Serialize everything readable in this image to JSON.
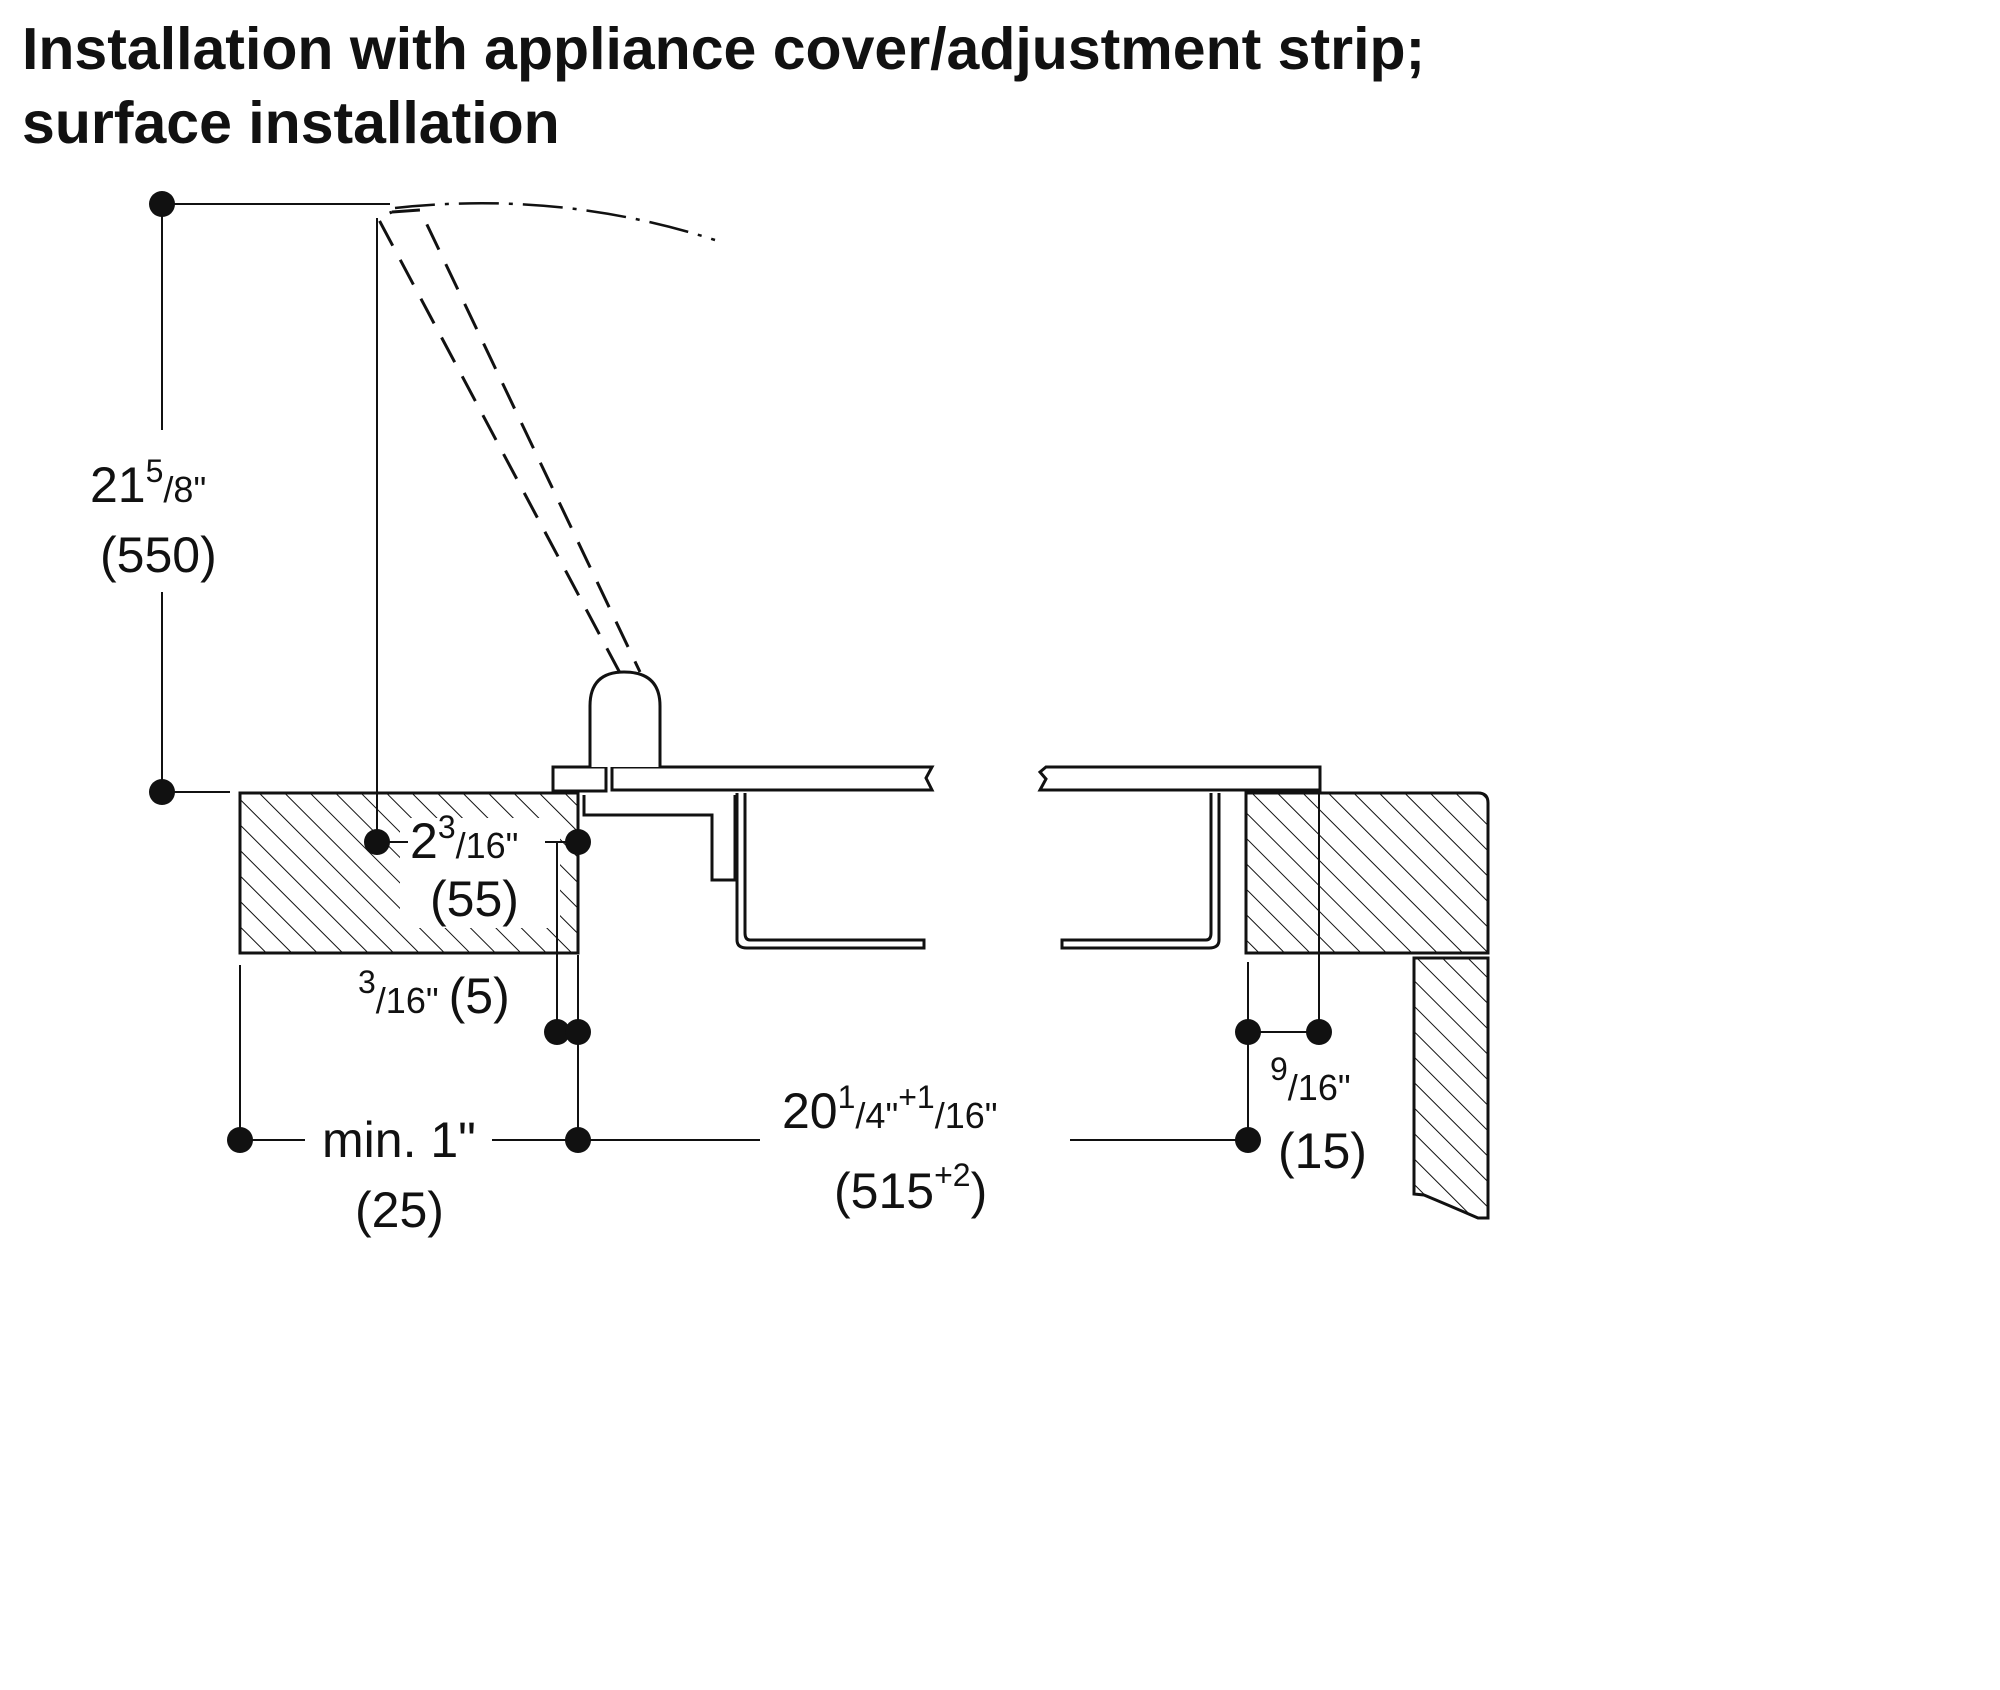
{
  "title": {
    "line1": "Installation with appliance cover/adjustment strip;",
    "line2": "surface installation"
  },
  "colors": {
    "ink": "#111111",
    "background": "#ffffff"
  },
  "dims": {
    "height": {
      "whole": "21",
      "num": "5",
      "den": "/8\"",
      "metric": "(550)"
    },
    "lid_offset": {
      "whole": "2",
      "num": "3",
      "den": "/16\"",
      "metric": "(55)"
    },
    "gap": {
      "num": "3",
      "den": "/16\"",
      "metric": "(5)"
    },
    "edge": {
      "label": "min. 1\"",
      "metric": "(25)"
    },
    "cutout": {
      "whole": "20",
      "num": "1",
      "mid": "/4\"",
      "tol_num": "+1",
      "den": "/16\"",
      "metric_base": "(515",
      "metric_tol": "+2",
      "metric_close": ")"
    },
    "overhang": {
      "num": "9",
      "den": "/16\"",
      "metric": "(15)"
    }
  }
}
